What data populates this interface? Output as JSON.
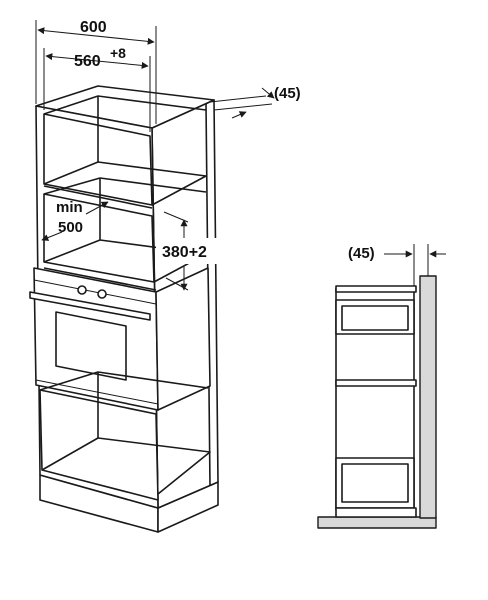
{
  "labels": {
    "width_total": "600",
    "width_inner": "560",
    "width_inner_tol": "+8",
    "depth_gap_left": "(45)",
    "min_label": "min",
    "min_value": "500",
    "niche_height": "380+2",
    "depth_gap_right": "(45)"
  }
}
